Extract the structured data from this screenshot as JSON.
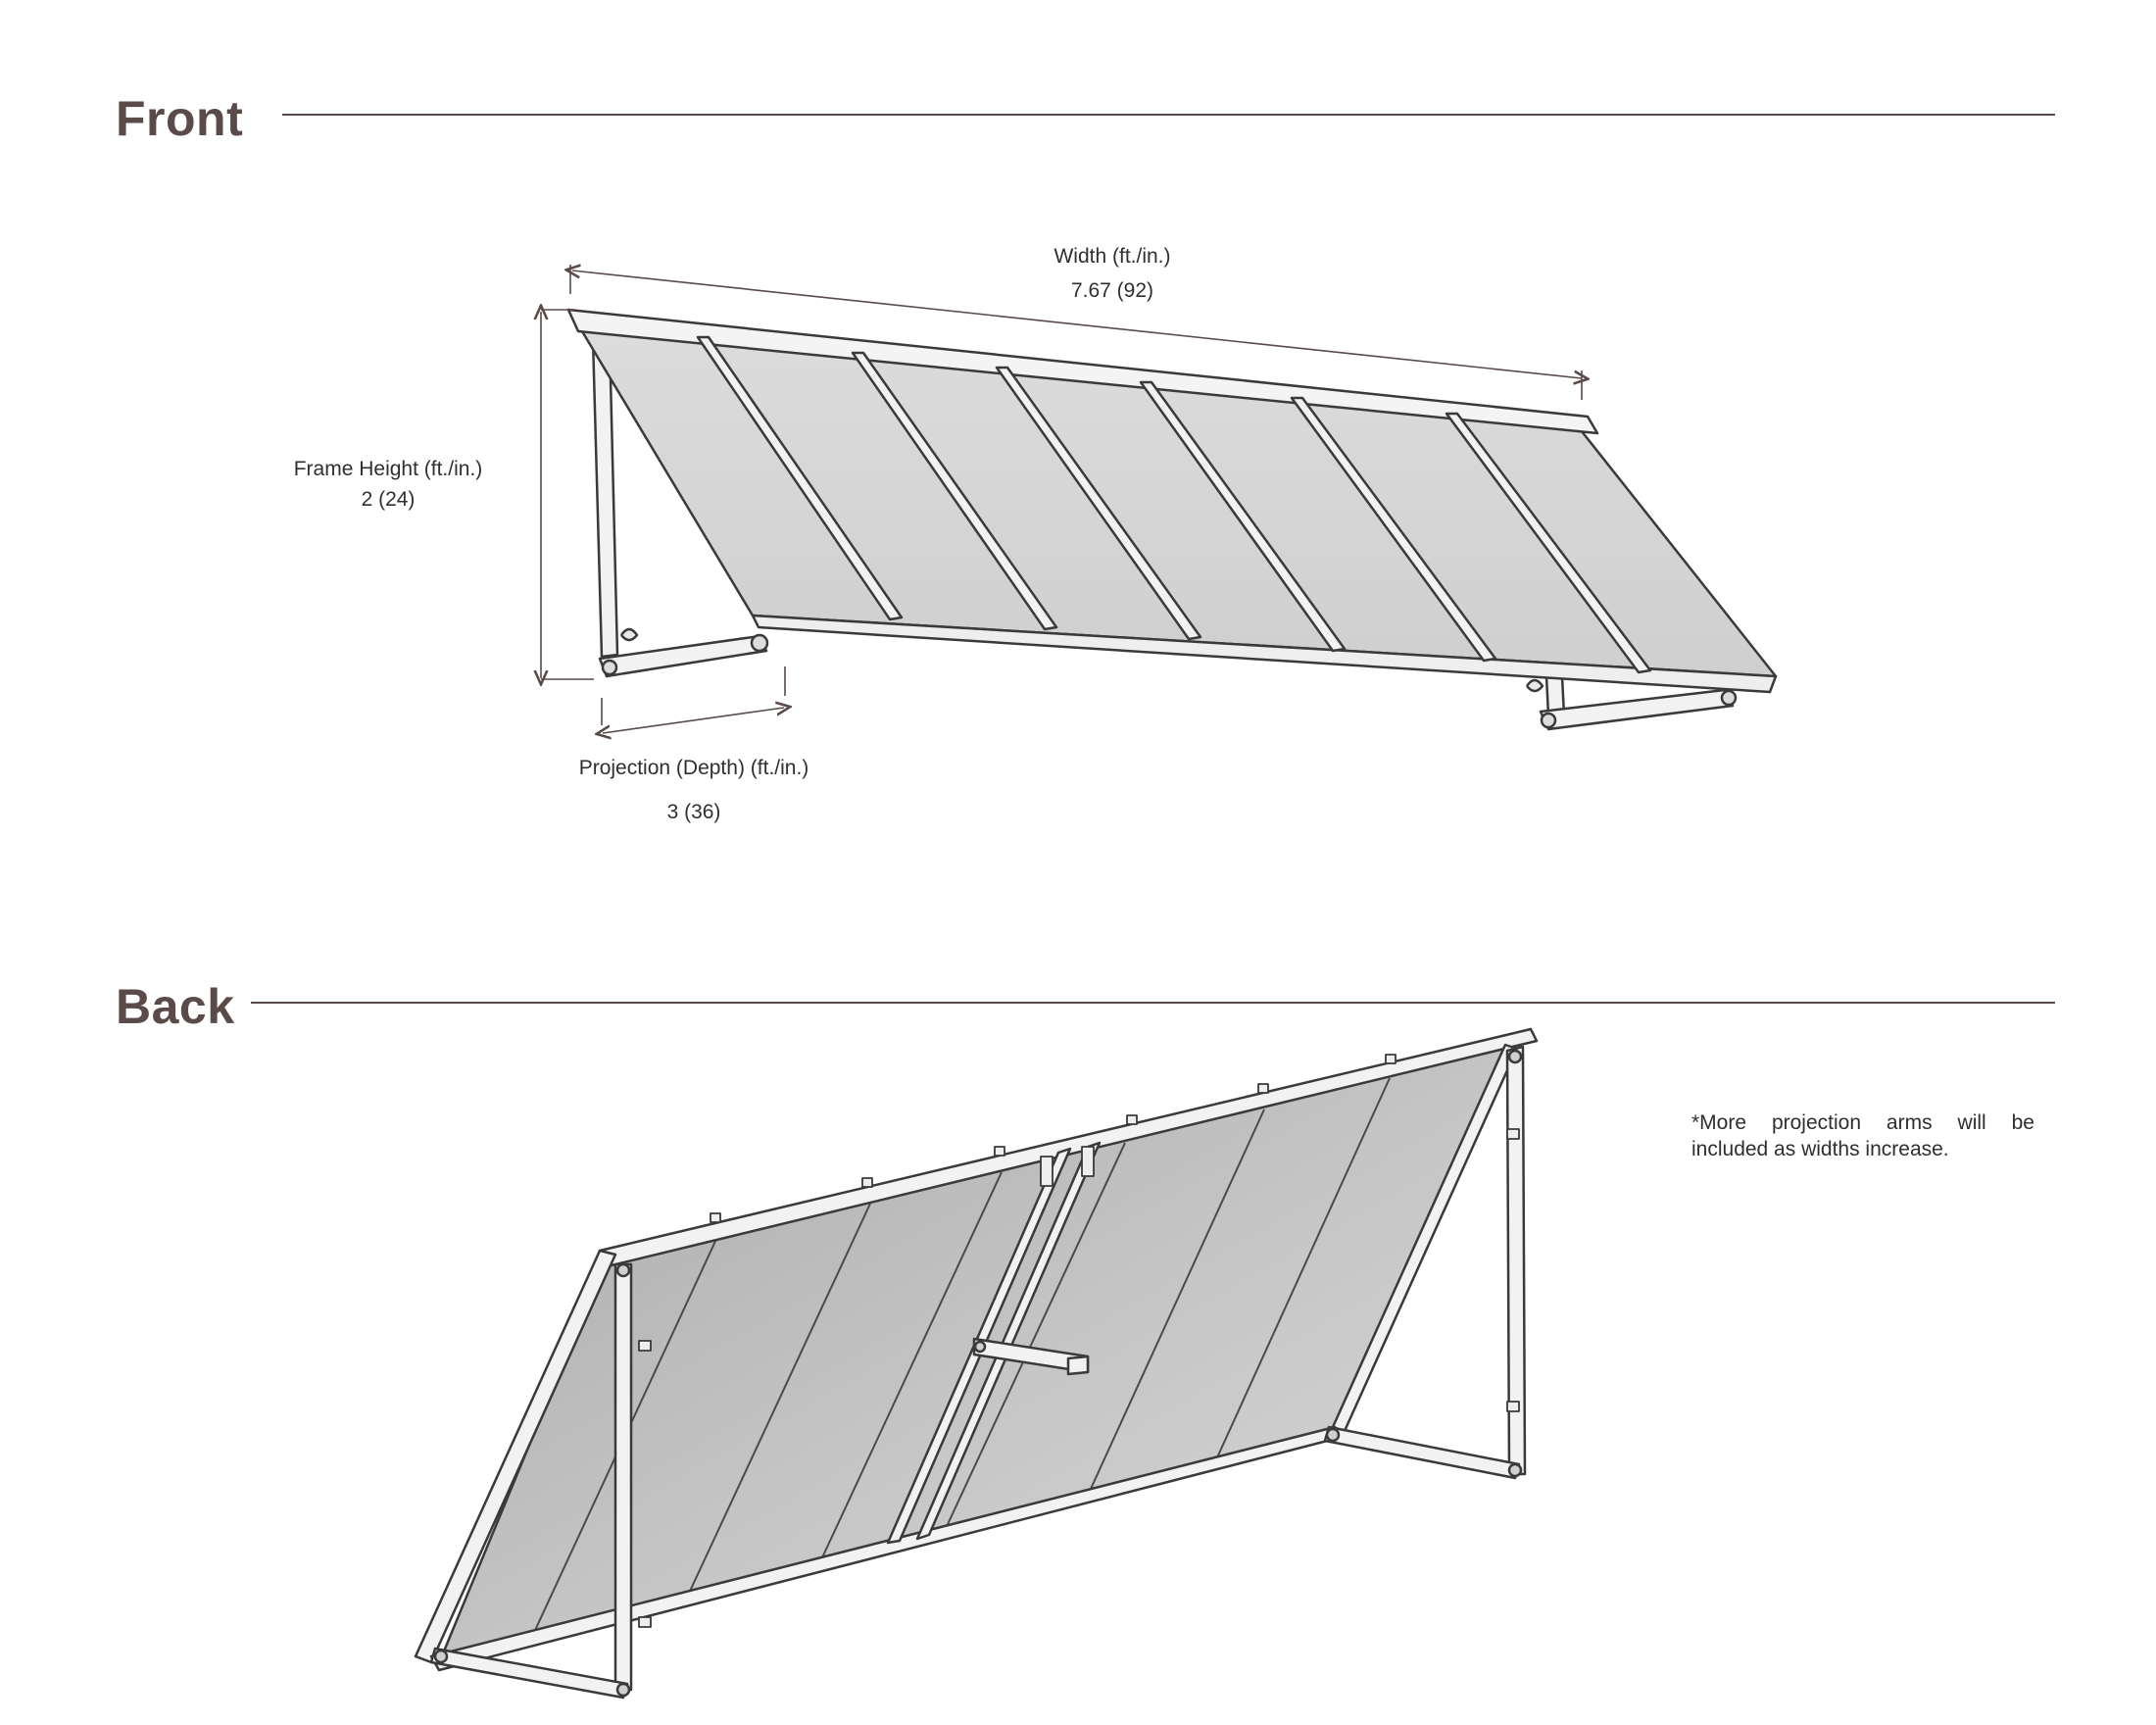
{
  "sections": {
    "front": {
      "title": "Front"
    },
    "back": {
      "title": "Back"
    }
  },
  "dimensions": {
    "width": {
      "label": "Width (ft./in.)",
      "value": "7.67 (92)"
    },
    "frame_height": {
      "label": "Frame Height (ft./in.)",
      "value": "2 (24)"
    },
    "projection": {
      "label": "Projection (Depth) (ft./in.)",
      "value": "3 (36)"
    }
  },
  "note": "*More projection arms will be included as widths increase.",
  "colors": {
    "heading": "#5a4a4a",
    "line": "#3a3a3a",
    "panel_light": "#e4e4e4",
    "panel_dark": "#b9b9b9",
    "frame": "#f2f2f2"
  }
}
